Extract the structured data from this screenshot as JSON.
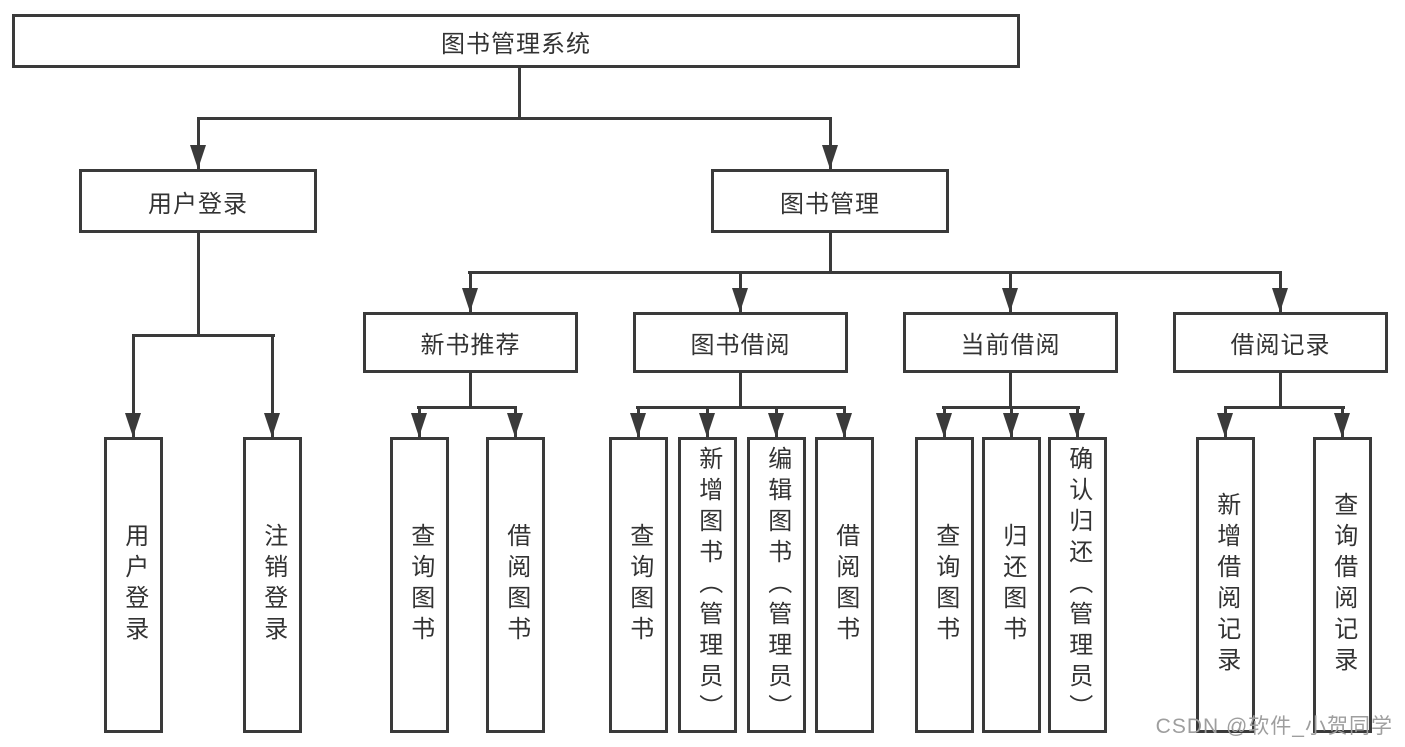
{
  "diagram_title": "图书管理系统",
  "watermark": "CSDN @软件_小贺同学",
  "colors": {
    "line": "#3a3a3a",
    "box_fill": "#ffffff",
    "text": "#333333",
    "watermark": "#9e9e9e"
  },
  "tree": {
    "root": "图书管理系统",
    "children": [
      {
        "label": "用户登录",
        "children": [
          "用户登录",
          "注销登录"
        ]
      },
      {
        "label": "图书管理",
        "children": [
          {
            "label": "新书推荐",
            "children": [
              "查询图书",
              "借阅图书"
            ]
          },
          {
            "label": "图书借阅",
            "children": [
              "查询图书",
              "新增图书（管理员）",
              "编辑图书（管理员）",
              "借阅图书"
            ]
          },
          {
            "label": "当前借阅",
            "children": [
              "查询图书",
              "归还图书",
              "确认归还（管理员）"
            ]
          },
          {
            "label": "借阅记录",
            "children": [
              "新增借阅记录",
              "查询借阅记录"
            ]
          }
        ]
      }
    ]
  }
}
